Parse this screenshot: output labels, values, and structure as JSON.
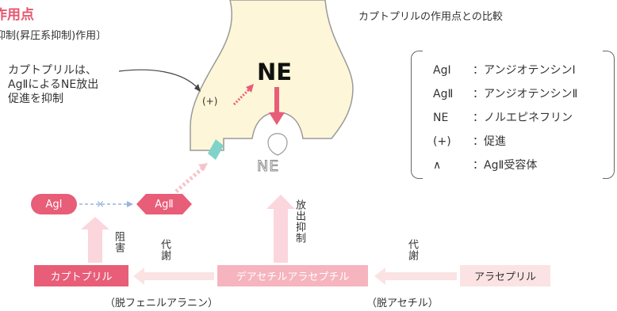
{
  "header": {
    "title": "作用点",
    "subtitle": "抑制(昇圧系抑制)作用〕",
    "right_title": "カプトプリルの作用点との比較"
  },
  "note": {
    "line1": "カプトプリルは、",
    "line2": "AgⅡによるNE放出",
    "line3": "促進を抑制"
  },
  "synapse": {
    "plus": "(+)",
    "ne_top": "NE",
    "ne_bottom": "NE"
  },
  "pathway": {
    "ag1": "AgⅠ",
    "ag2": "AgⅡ",
    "inhibit_label": "阻害",
    "metabolism_left": "代謝",
    "metabolism_right": "代謝",
    "release_label": "放出抑制",
    "captopril": "カプトプリル",
    "desacetyl": "デアセチルアラセプチル",
    "alacepril": "アラセプリル",
    "paren_left": "（脱フェニルアラニン）",
    "paren_right": "（脱アセチル）"
  },
  "legend": [
    {
      "key": "AgⅠ",
      "value": "：アンジオテンシンⅠ"
    },
    {
      "key": "AgⅡ",
      "value": "：アンジオテンシンⅡ"
    },
    {
      "key": "NE",
      "value": "：ノルエピネフリン"
    },
    {
      "key": "(+)",
      "value": "：促進"
    },
    {
      "key": "∧",
      "value": "：AgⅡ受容体"
    }
  ],
  "colors": {
    "accent": "#e85d78",
    "light_pink": "#f6b4bf",
    "pale_pink": "#fbe3e3",
    "synapse_fill": "#fdf6d8",
    "receptor": "#7fd3c8"
  }
}
